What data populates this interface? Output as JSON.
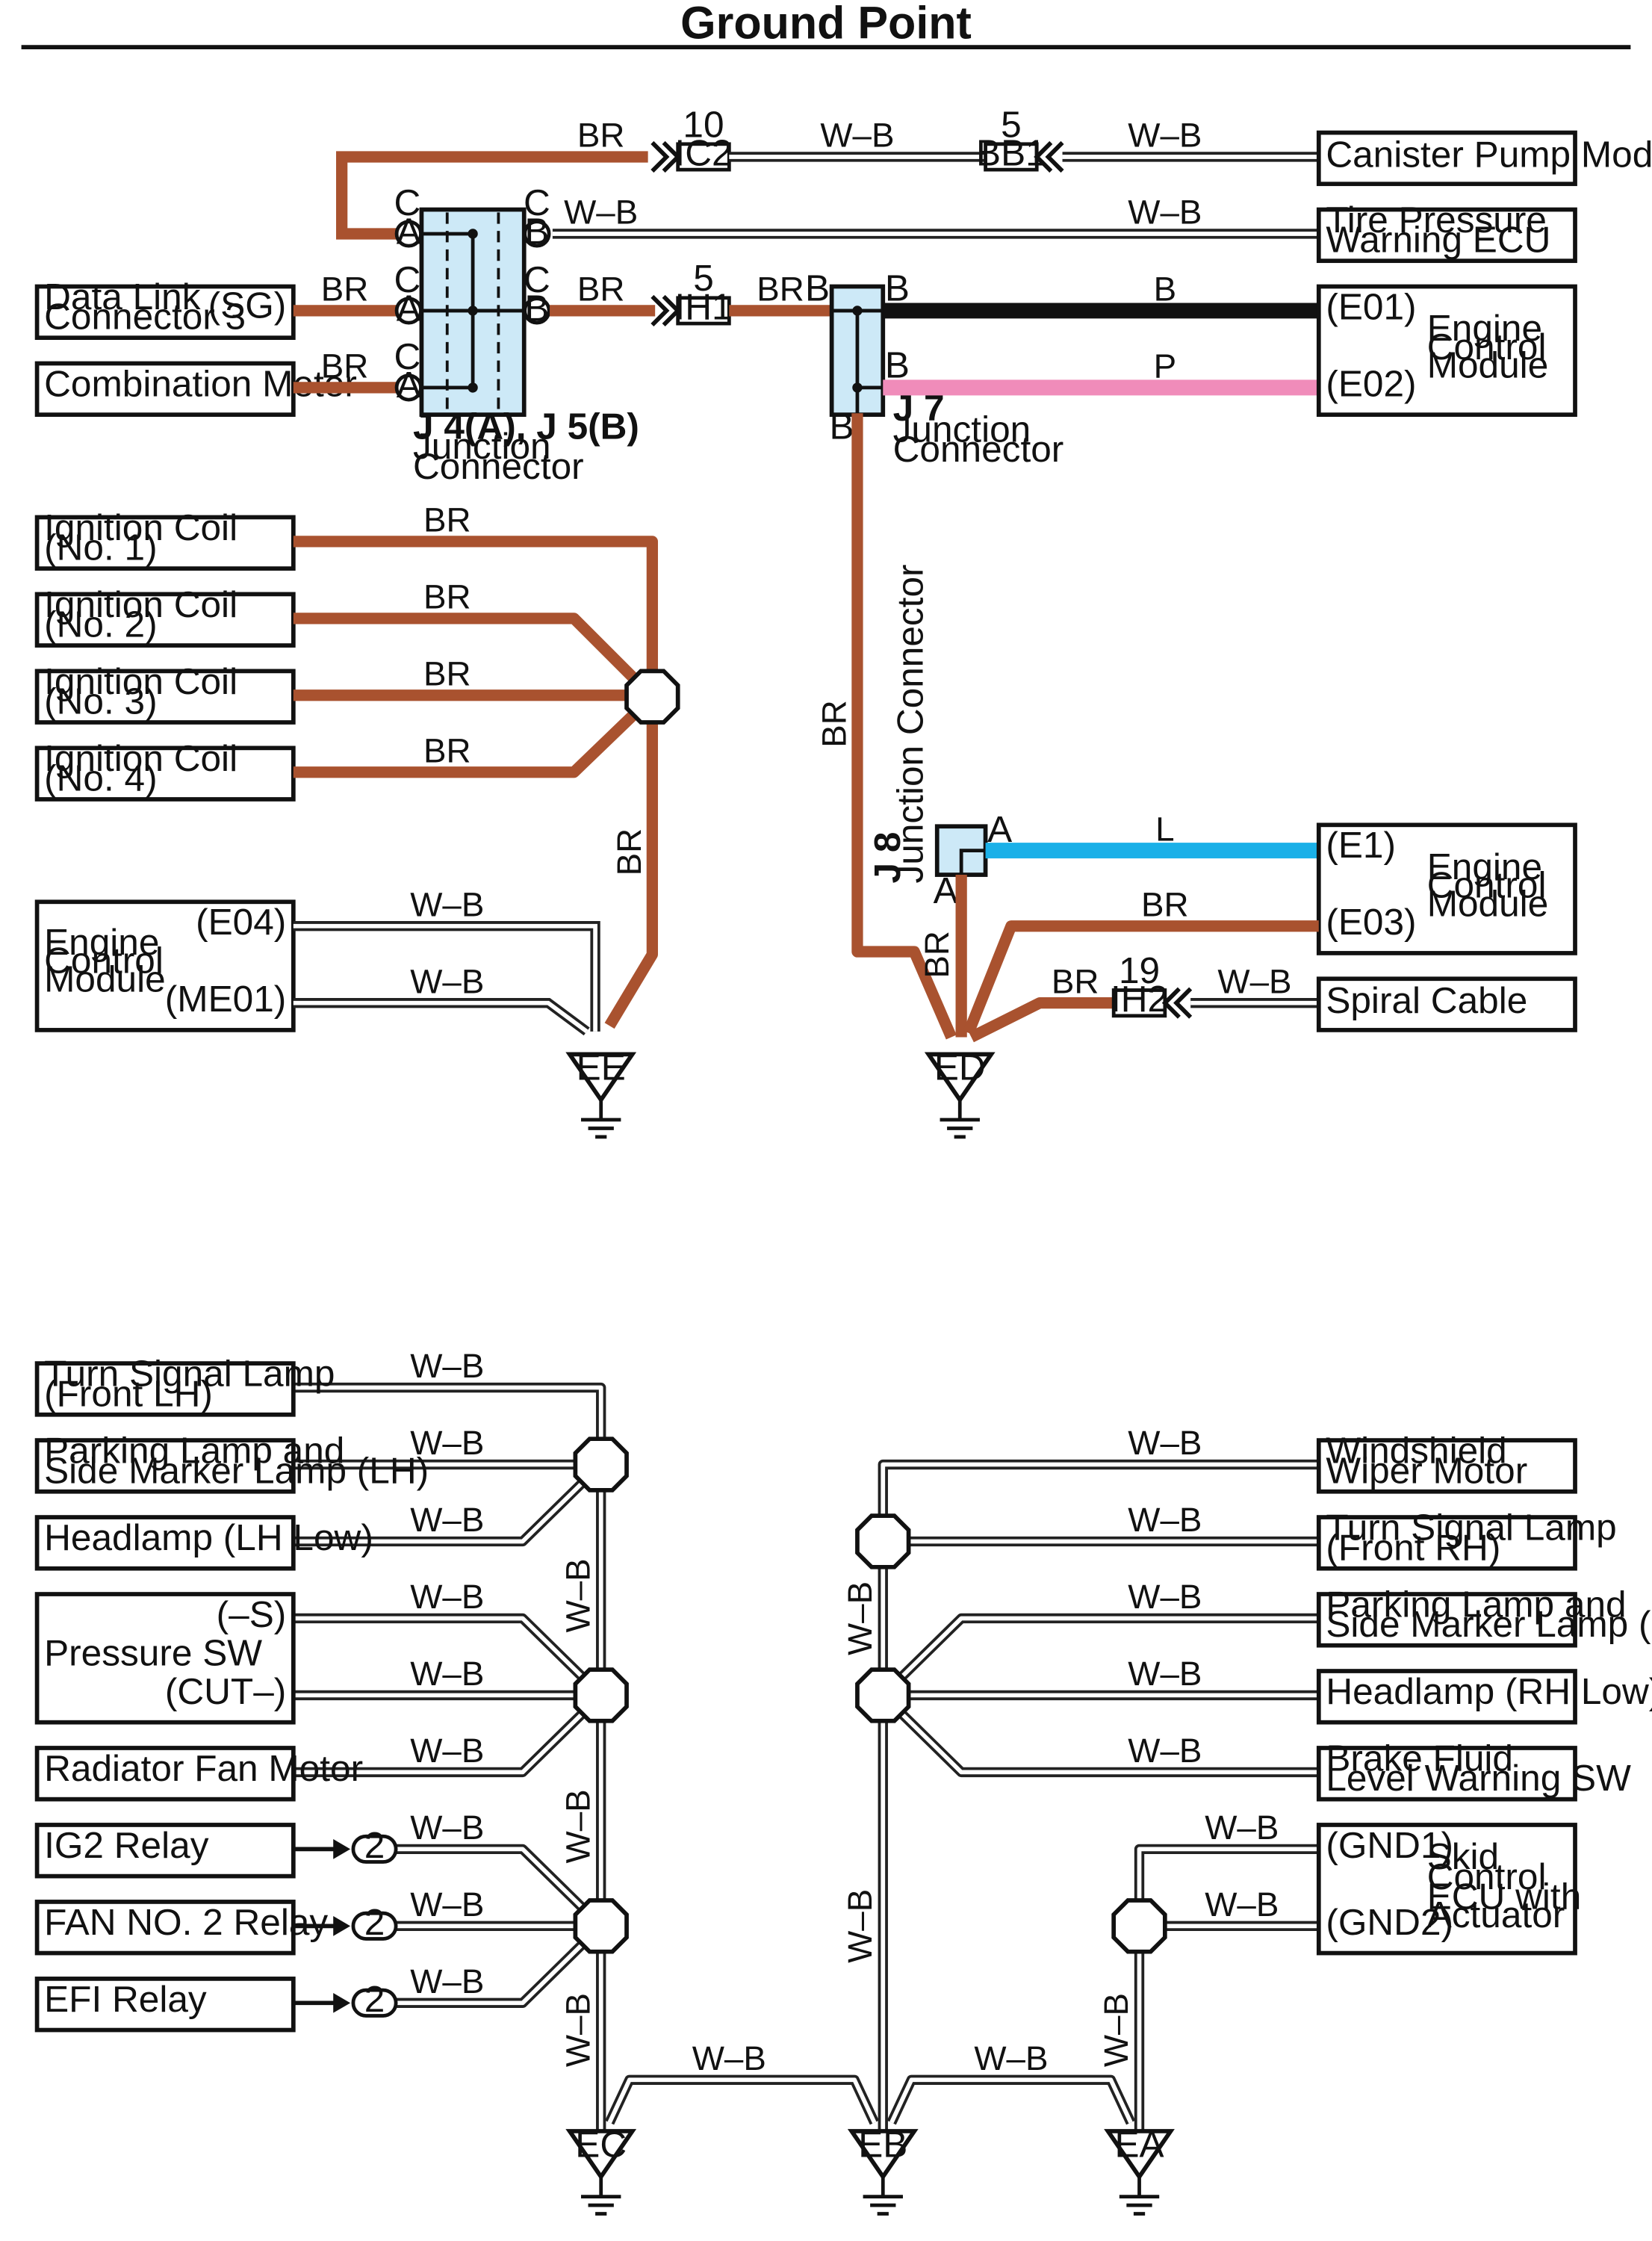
{
  "title": "Ground Point",
  "colors": {
    "BR": "#a9522f",
    "WB": "#222222",
    "B": "#111111",
    "P": "#f08cba",
    "L": "#1ab0e8",
    "connector": "#cde9f7"
  },
  "components": {
    "canister": "Canister Pump Module",
    "tire1": "Tire Pressure",
    "tire2": "Warning ECU",
    "dlc1": "Data Link",
    "dlc2": "Connector 3",
    "dlc_pin": "(SG)",
    "meter": "Combination Meter",
    "ecm_top1": "Engine",
    "ecm_top2": "Control",
    "ecm_top3": "Module",
    "e01": "(E01)",
    "e02": "(E02)",
    "coil1a": "Ignition Coil",
    "coil1b": "(No. 1)",
    "coil2a": "Ignition Coil",
    "coil2b": "(No. 2)",
    "coil3a": "Ignition Coil",
    "coil3b": "(No. 3)",
    "coil4a": "Ignition Coil",
    "coil4b": "(No. 4)",
    "ecm_left1": "Engine",
    "ecm_left2": "Control",
    "ecm_left3": "Module",
    "e04": "(E04)",
    "me01": "(ME01)",
    "ecm_right1": "Engine",
    "ecm_right2": "Control",
    "ecm_right3": "Module",
    "e1": "(E1)",
    "e03": "(E03)",
    "spiral": "Spiral Cable",
    "turn_lh1": "Turn Signal Lamp",
    "turn_lh2": "(Front LH)",
    "park_lh1": "Parking Lamp and",
    "park_lh2": "Side Marker Lamp (LH)",
    "head_lh": "Headlamp (LH Low)",
    "pressure": "Pressure SW",
    "pin_s": "(–S)",
    "pin_cut": "(CUT–)",
    "radiator": "Radiator Fan Motor",
    "ig2": "IG2 Relay",
    "fan2": "FAN NO. 2 Relay",
    "efi": "EFI Relay",
    "wiper1": "Windshield",
    "wiper2": "Wiper Motor",
    "turn_rh1": "Turn Signal Lamp",
    "turn_rh2": "(Front RH)",
    "park_rh1": "Parking Lamp and",
    "park_rh2": "Side Marker Lamp (RH)",
    "head_rh": "Headlamp (RH Low)",
    "brake1": "Brake Fluid",
    "brake2": "Level Warning SW",
    "skid1": "Skid",
    "skid2": "Control",
    "skid3": "ECU with",
    "skid4": "Actuator",
    "gnd1": "(GND1)",
    "gnd2": "(GND2)"
  },
  "connectors": {
    "ic2": "IC2",
    "ic2_pin": "10",
    "bb1": "BB1",
    "bb1_pin": "5",
    "ih1": "IH1",
    "ih1_pin": "5",
    "ih2": "IH2",
    "ih2_pin": "19",
    "relay_pin": "2",
    "j45_name": "J 4(A), J 5(B)",
    "j45_desc1": "Junction",
    "j45_desc2": "Connector",
    "j7_name": "J 7",
    "j7_desc1": "Junction",
    "j7_desc2": "Connector",
    "j8_name": "J 8",
    "j8_desc": "Junction Connector",
    "pin_A": "A",
    "pin_B": "B",
    "pin_C": "C"
  },
  "grounds": {
    "ee": "EE",
    "ed": "ED",
    "ec": "EC",
    "eb": "EB",
    "ea": "EA"
  },
  "wires": {
    "br": "BR",
    "wb": "W–B",
    "b": "B",
    "p": "P",
    "l": "L"
  }
}
